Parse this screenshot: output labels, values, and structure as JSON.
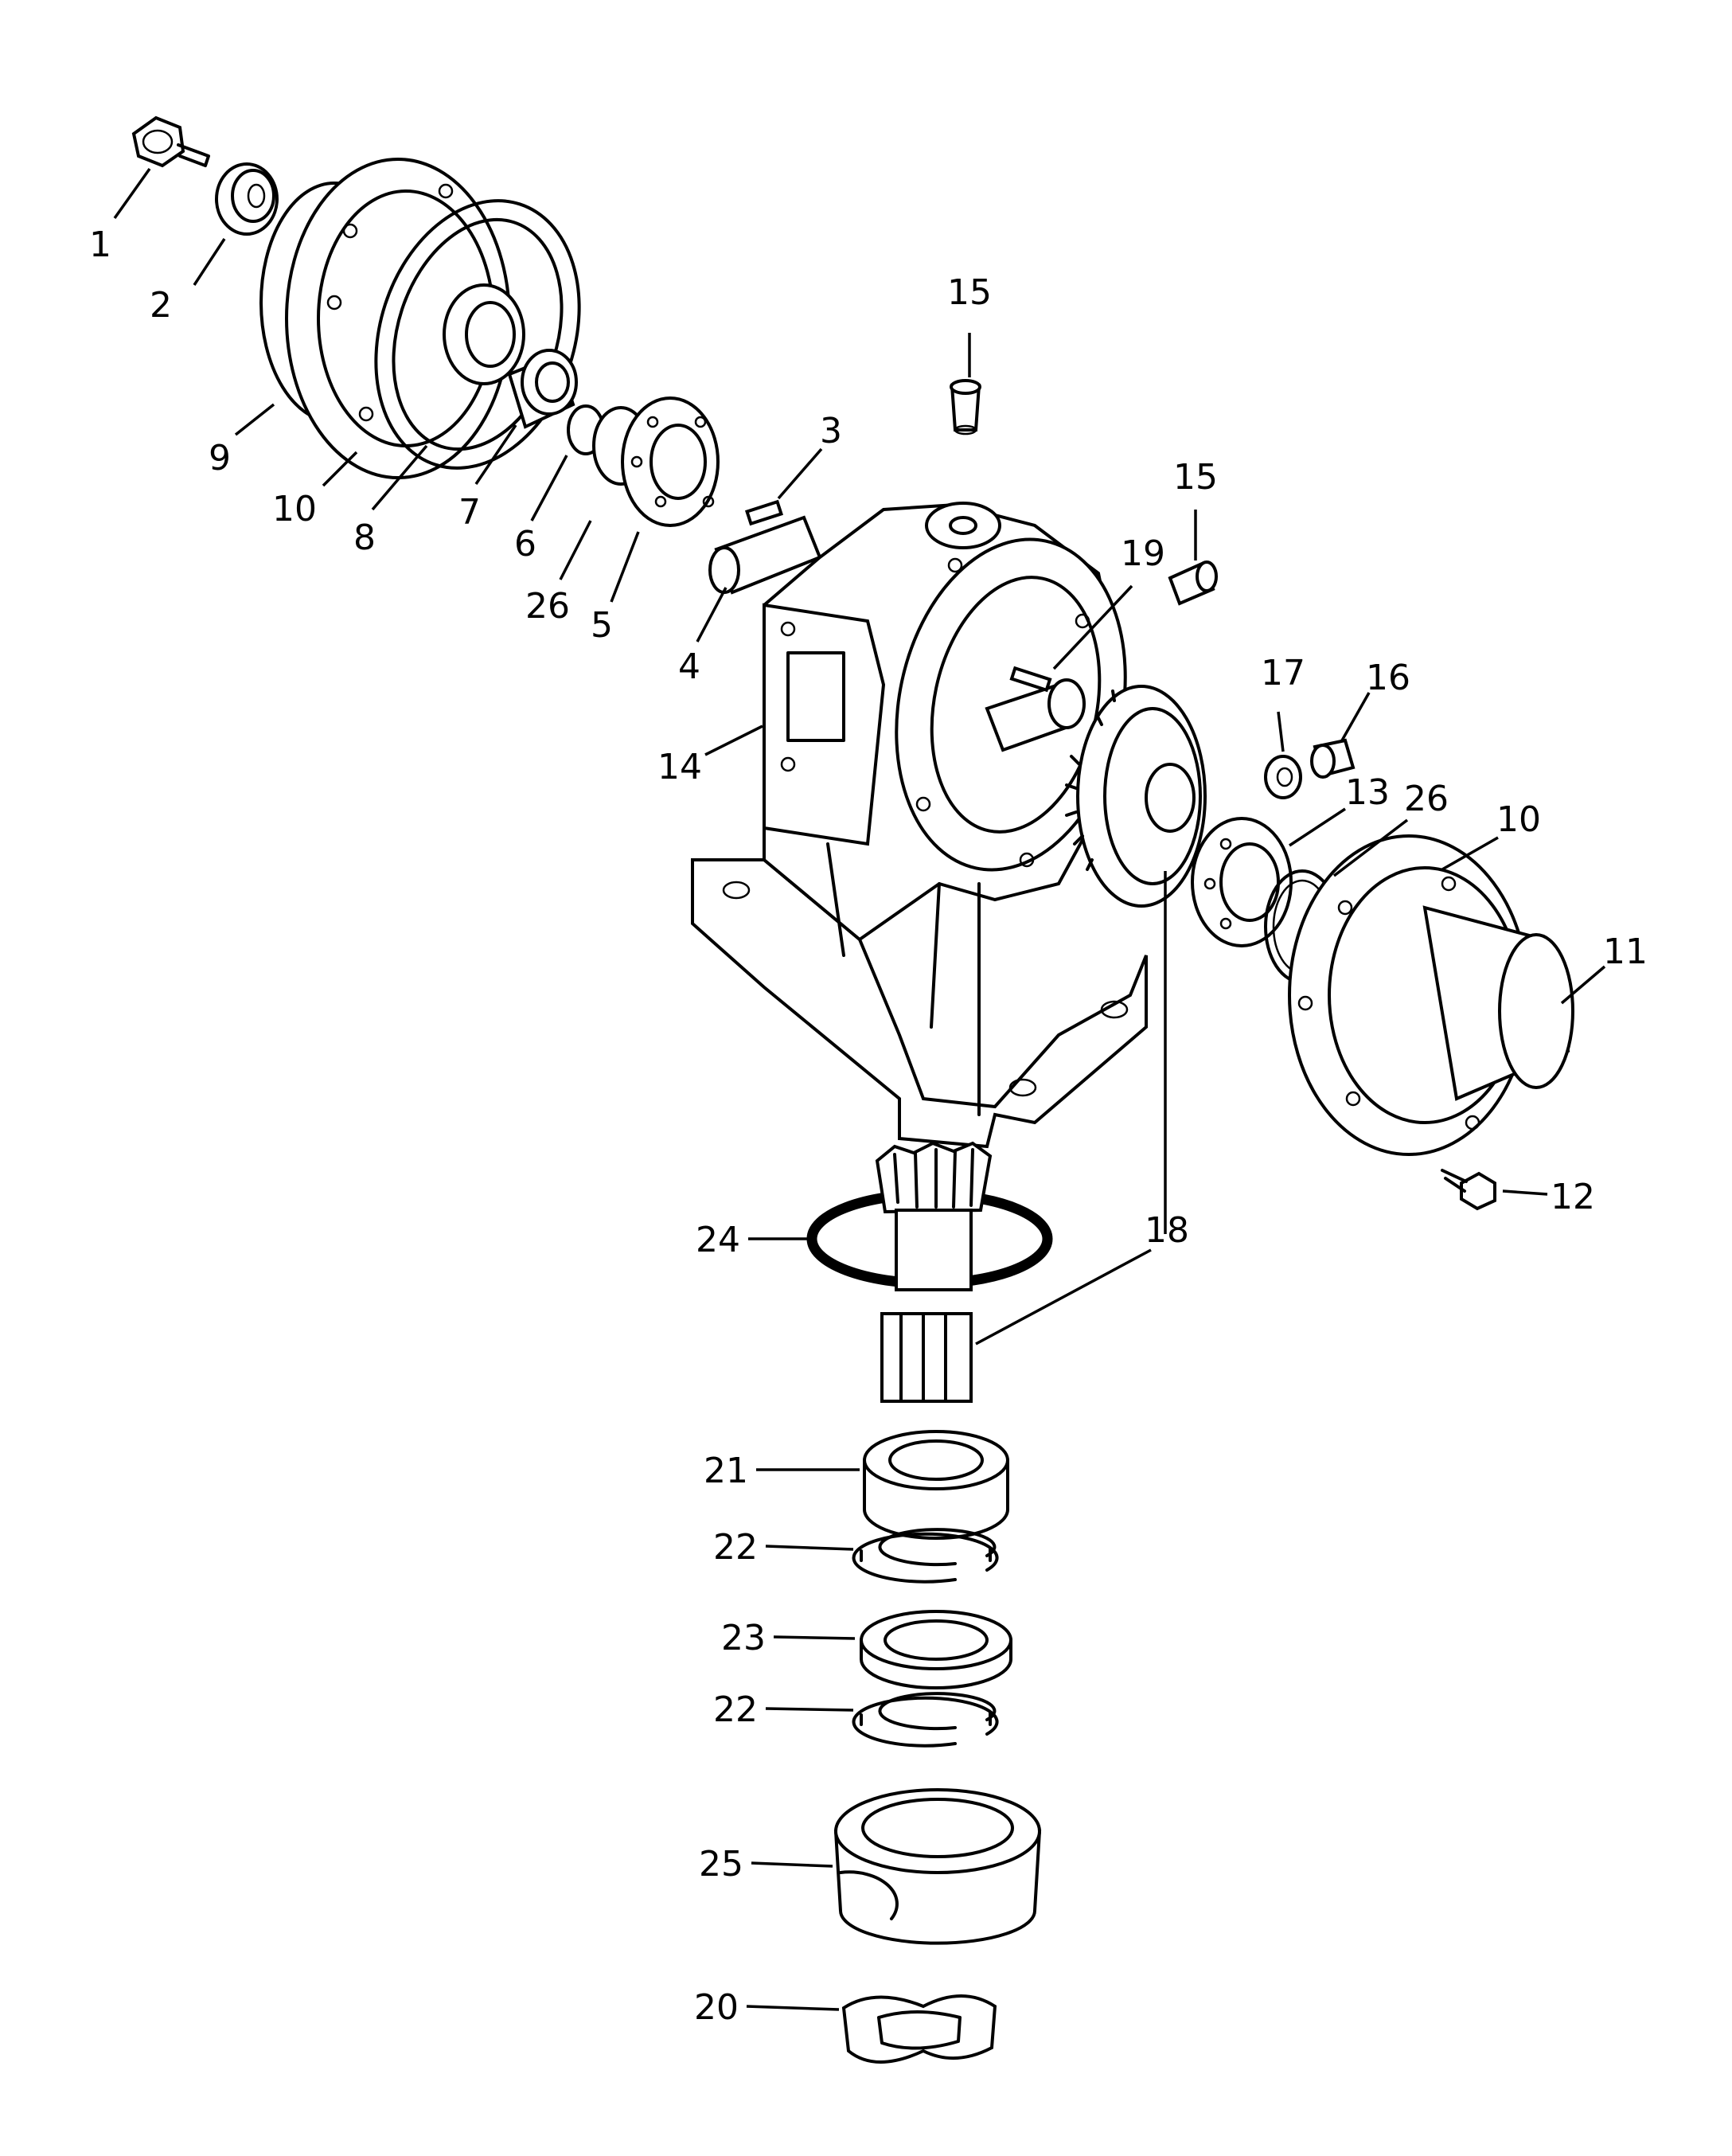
{
  "callouts": [
    {
      "id": "1",
      "text": "1"
    },
    {
      "id": "2",
      "text": "2"
    },
    {
      "id": "9",
      "text": "9"
    },
    {
      "id": "10a",
      "text": "10"
    },
    {
      "id": "8",
      "text": "8"
    },
    {
      "id": "7",
      "text": "7"
    },
    {
      "id": "6",
      "text": "6"
    },
    {
      "id": "26a",
      "text": "26"
    },
    {
      "id": "5",
      "text": "5"
    },
    {
      "id": "3",
      "text": "3"
    },
    {
      "id": "4",
      "text": "4"
    },
    {
      "id": "15a",
      "text": "15"
    },
    {
      "id": "15b",
      "text": "15"
    },
    {
      "id": "19",
      "text": "19"
    },
    {
      "id": "14",
      "text": "14"
    },
    {
      "id": "17",
      "text": "17"
    },
    {
      "id": "16",
      "text": "16"
    },
    {
      "id": "13",
      "text": "13"
    },
    {
      "id": "26b",
      "text": "26"
    },
    {
      "id": "10b",
      "text": "10"
    },
    {
      "id": "11",
      "text": "11"
    },
    {
      "id": "12",
      "text": "12"
    },
    {
      "id": "18",
      "text": "18"
    },
    {
      "id": "24",
      "text": "24"
    },
    {
      "id": "21",
      "text": "21"
    },
    {
      "id": "22a",
      "text": "22"
    },
    {
      "id": "23",
      "text": "23"
    },
    {
      "id": "22b",
      "text": "22"
    },
    {
      "id": "25",
      "text": "25"
    },
    {
      "id": "20",
      "text": "20"
    }
  ]
}
